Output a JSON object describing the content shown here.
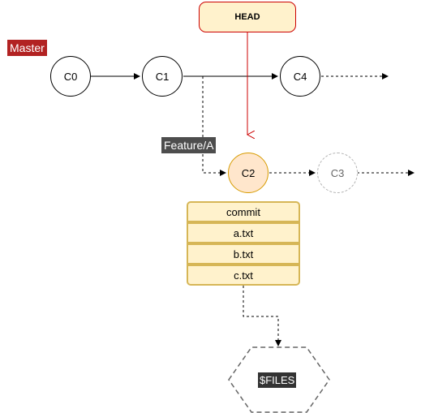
{
  "labels": {
    "master": "Master",
    "feature": "Feature/A",
    "head": "HEAD",
    "files": "$FILES"
  },
  "commits": {
    "c0": "C0",
    "c1": "C1",
    "c2": "C2",
    "c3": "C3",
    "c4": "C4"
  },
  "commit_box": [
    "commit",
    "a.txt",
    "b.txt",
    "c.txt"
  ],
  "colors": {
    "master_badge": "#b22222",
    "feature_badge": "#4d4d4d",
    "head_fill": "#fff2cc",
    "head_border": "#cc0000",
    "head_arrow": "#cc0000",
    "c2_fill": "#ffe6cc",
    "c2_border": "#d79b00",
    "ghost_border": "#b3b3b3",
    "commit_fill": "#fff2cc",
    "commit_border": "#d6b656",
    "files_label_bg": "#333333"
  }
}
